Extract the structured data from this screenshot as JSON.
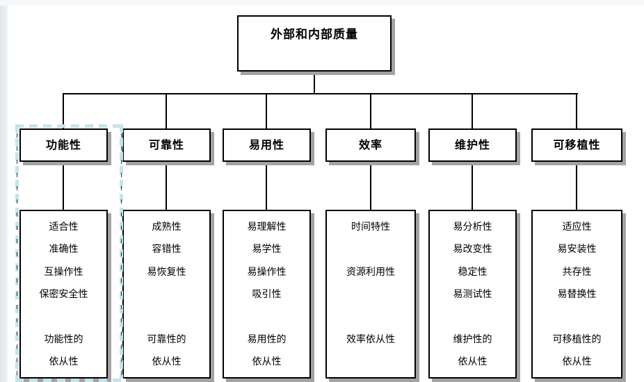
{
  "diagram": {
    "root_label": "外部和内部质量",
    "columns": [
      {
        "title": "功能性",
        "rows": [
          "适合性",
          "准确性",
          "互操作性",
          "保密安全性",
          "",
          "功能性的",
          "依从性"
        ]
      },
      {
        "title": "可靠性",
        "rows": [
          "成熟性",
          "容错性",
          "易恢复性",
          "",
          "",
          "可靠性的",
          "依从性"
        ]
      },
      {
        "title": "易用性",
        "rows": [
          "易理解性",
          "易学性",
          "易操作性",
          "吸引性",
          "",
          "易用性的",
          "依从性"
        ]
      },
      {
        "title": "效率",
        "rows": [
          "时间特性",
          "",
          "资源利用性",
          "",
          "",
          "效率依从性",
          ""
        ]
      },
      {
        "title": "维护性",
        "rows": [
          "易分析性",
          "易改变性",
          "稳定性",
          "易测试性",
          "",
          "维护性的",
          "依从性"
        ]
      },
      {
        "title": "可移植性",
        "rows": [
          "适应性",
          "易安装性",
          "共存性",
          "易替换性",
          "",
          "可移植性的",
          "依从性"
        ]
      }
    ],
    "colors": {
      "line": "#000000",
      "box_border": "#000000",
      "box_shadow": "#a3a3a3",
      "selection_dash": "#c6e3e9",
      "left_strip": "#e5e9ec",
      "top_strip": "#f5f7f9"
    }
  }
}
